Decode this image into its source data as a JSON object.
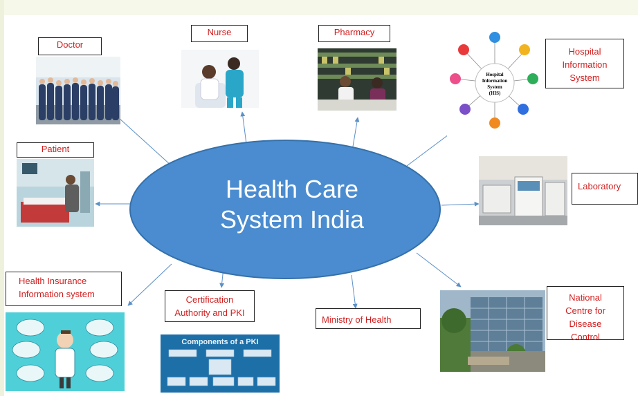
{
  "center": {
    "line1": "Health Care",
    "line2": "System India"
  },
  "nodes": {
    "doctor": "Doctor",
    "nurse": "Nurse",
    "pharmacy": "Pharmacy",
    "his": [
      "Hospital",
      "Information",
      "System"
    ],
    "patient": "Patient",
    "laboratory": "Laboratory",
    "insurance": [
      "Health Insurance",
      "Information system"
    ],
    "certification": [
      "Certification",
      "Authority and PKI"
    ],
    "ministry": "Ministry of Health",
    "ncdc": [
      "National",
      "Centre for",
      "Disease",
      "Control"
    ]
  },
  "images": {
    "his_title": [
      "Hospital",
      "Information",
      "System",
      "(HIS)"
    ],
    "pki_title": "Components of a PKI"
  },
  "colors": {
    "ellipse_fill": "#4a8ccf",
    "ellipse_stroke": "#3570aa",
    "arrow": "#5b8fc7",
    "label_text": "#d11f1f"
  }
}
